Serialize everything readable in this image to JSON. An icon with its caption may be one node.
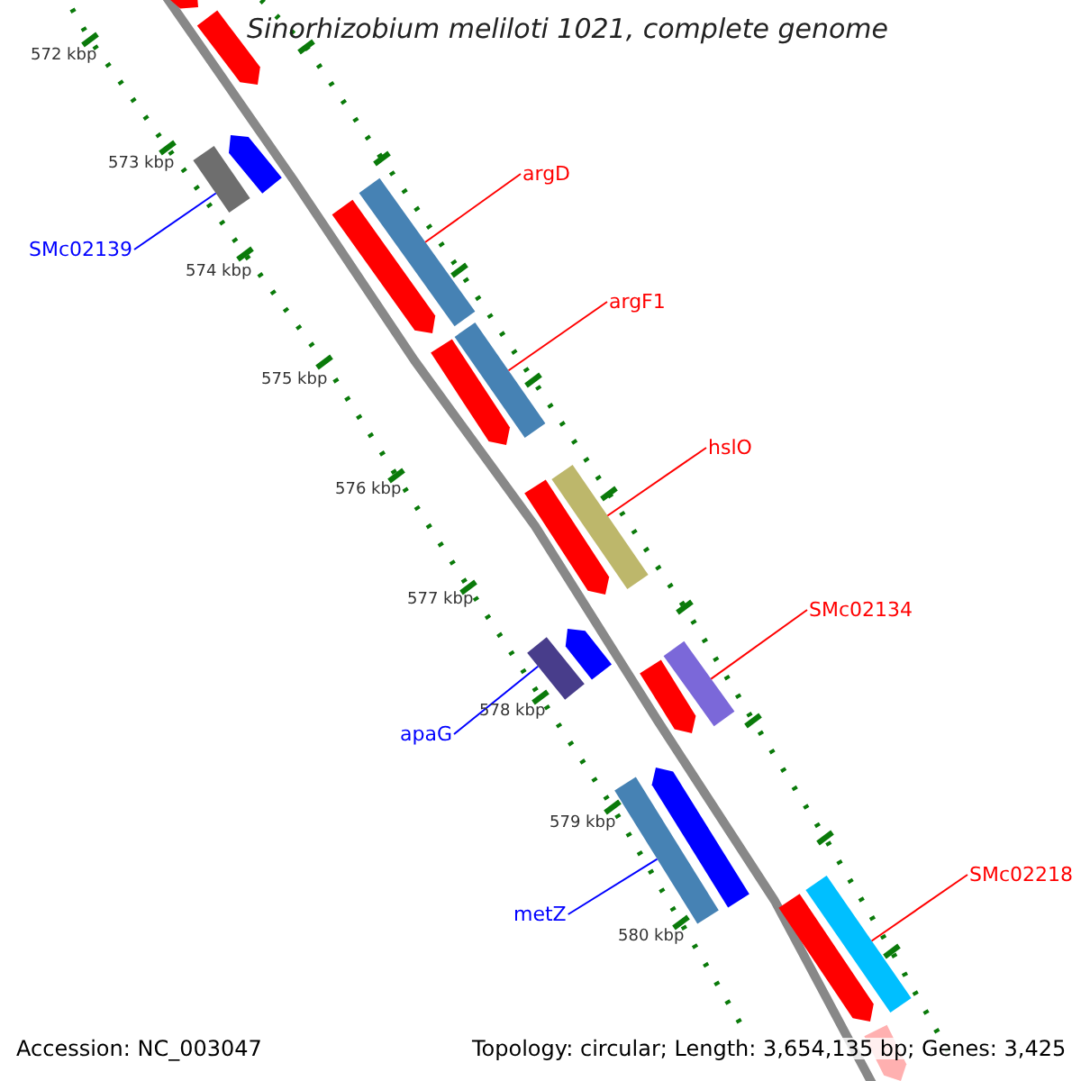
{
  "diagram": {
    "title": "Sinorhizobium meliloti 1021, complete genome",
    "nodes": [
      {
        "text": [
          "argD"
        ]
      },
      {
        "text": [
          "SMc02139"
        ]
      },
      {
        "text": [
          "argF1"
        ]
      },
      {
        "text": [
          "hslO"
        ]
      },
      {
        "text": [
          "SMc02134"
        ]
      },
      {
        "text": [
          "apaG"
        ]
      },
      {
        "text": [
          "metZ"
        ]
      },
      {
        "text": [
          "SMc02218"
        ]
      },
      {
        "text": [],
        "shape": "bar"
      },
      {
        "text": [],
        "shape": "bar"
      },
      {
        "text": [],
        "shape": "bar"
      },
      {
        "text": [],
        "shape": "bar"
      },
      {
        "text": [],
        "shape": "bar"
      },
      {
        "text": [],
        "shape": "bar"
      },
      {
        "text": [],
        "shape": "bar"
      },
      {
        "text": [],
        "shape": "bar"
      },
      {
        "text": [],
        "shape": "bar"
      },
      {
        "text": [],
        "shape": "bar"
      },
      {
        "text": [],
        "shape": "bar"
      },
      {
        "text": [],
        "shape": "bar"
      },
      {
        "text": [],
        "shape": "bar"
      },
      {
        "text": [],
        "shape": "bar"
      },
      {
        "text": [],
        "shape": "bar"
      },
      {
        "text": [],
        "shape": "bar"
      },
      {
        "text": [],
        "shape": "bar"
      },
      {
        "text": [],
        "shape": "bar"
      },
      {
        "text": [],
        "shape": "bar"
      }
    ],
    "edges": [
      {
        "from": 0,
        "to": 8,
        "arrow": "none"
      },
      {
        "from": 1,
        "to": 9,
        "arrow": "none",
        "color": "#0000ff"
      },
      {
        "from": 2,
        "to": 10,
        "arrow": "none"
      },
      {
        "from": 3,
        "to": 11,
        "arrow": "none"
      },
      {
        "from": 4,
        "to": 12,
        "arrow": "none"
      },
      {
        "from": 5,
        "to": 13,
        "arrow": "none",
        "color": "#0000ff"
      },
      {
        "from": 6,
        "to": 14,
        "arrow": "none",
        "color": "#0000ff"
      },
      {
        "from": 7,
        "to": 15,
        "arrow": "none"
      }
    ],
    "labels": [
      "572 kbp",
      "573 kbp",
      "574 kbp",
      "575 kbp",
      "576 kbp",
      "577 kbp",
      "578 kbp",
      "579 kbp",
      "580 kbp",
      "Accession: NC_003047",
      "Topology: circular; Length: 3,654,135 bp; Genes: 3,425"
    ]
  }
}
